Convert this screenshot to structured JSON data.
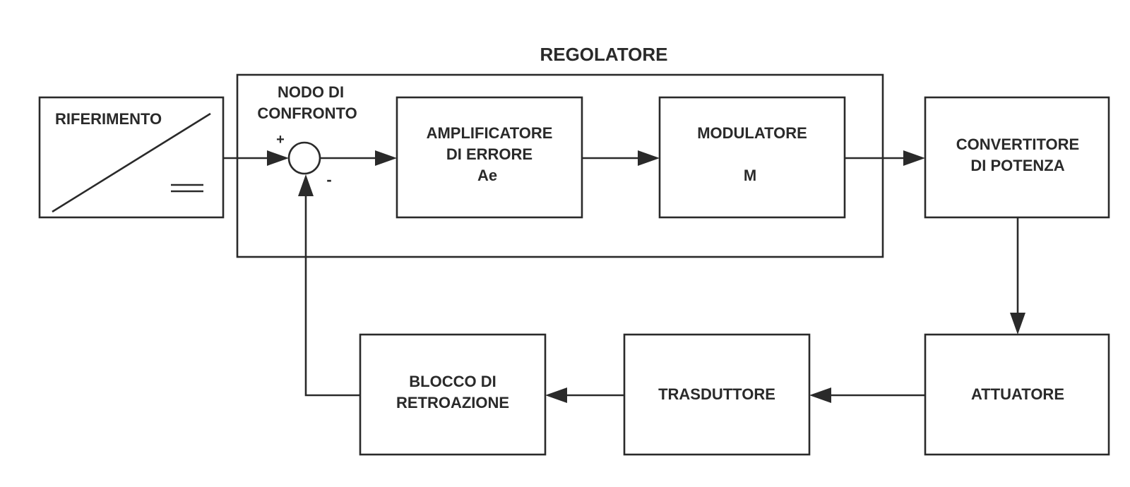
{
  "colors": {
    "ink": "#2a2a2a",
    "paper": "#ffffff"
  },
  "regolatore": {
    "title": "REGOLATORE"
  },
  "riferimento": {
    "label": "RIFERIMENTO",
    "symbol": "="
  },
  "nodo": {
    "title_line1": "NODO DI",
    "title_line2": "CONFRONTO",
    "plus": "+",
    "minus": "-"
  },
  "amplificatore": {
    "line1": "AMPLIFICATORE",
    "line2": "DI ERRORE",
    "line3": "Ae"
  },
  "modulatore": {
    "line1": "MODULATORE",
    "line2": "M"
  },
  "convertitore": {
    "line1": "CONVERTITORE",
    "line2": "DI POTENZA"
  },
  "attuatore": {
    "label": "ATTUATORE"
  },
  "trasduttore": {
    "label": "TRASDUTTORE"
  },
  "retroazione": {
    "line1": "BLOCCO DI",
    "line2": "RETROAZIONE"
  }
}
